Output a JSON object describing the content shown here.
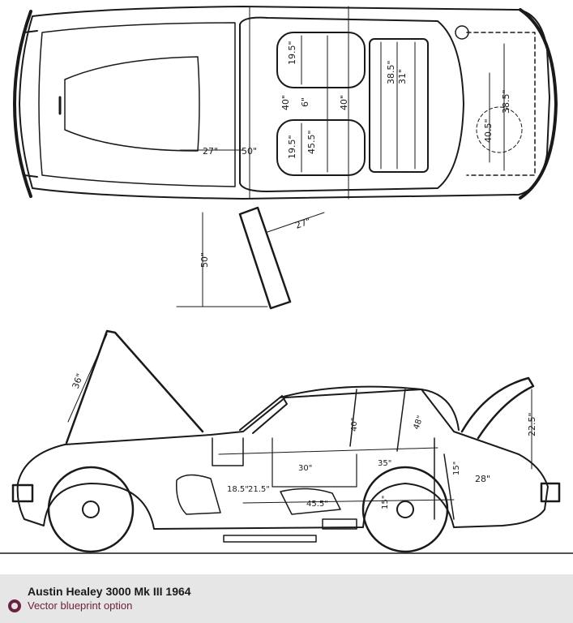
{
  "caption": {
    "title": "Austin Healey 3000 Mk III 1964",
    "subtitle": "Vector blueprint option"
  },
  "dimensions": {
    "top_seat_a": "19.5\"",
    "top_seat_b": "19.5\"",
    "top_gap_a": "6\"",
    "top_depth_a": "40\"",
    "top_depth_b": "40\"",
    "top_depth_c": "45.5\"",
    "rear_a": "38.5\"",
    "rear_b": "31\"",
    "boot_a": "40.5\"",
    "boot_b": "38.5\"",
    "bonnet_w": "27\"",
    "cockpit_w": "50\"",
    "door_open": "27\"",
    "door_length": "50\"",
    "hood_open": "36\"",
    "side_a": "18.5\"",
    "side_b": "21.5\"",
    "side_c": "30\"",
    "side_d": "40\"",
    "side_e": "15\"",
    "side_f": "28\"",
    "side_g": "22.5\"",
    "side_h": "45.5\"",
    "side_i": "15\"",
    "side_j": "35\"",
    "side_k": "48\""
  },
  "colors": {
    "line": "#1a1a1a",
    "caption_bg": "#e6e6e6",
    "accent": "#6b2240"
  },
  "icons": {
    "caption_bullet": "radio-circle-icon"
  }
}
